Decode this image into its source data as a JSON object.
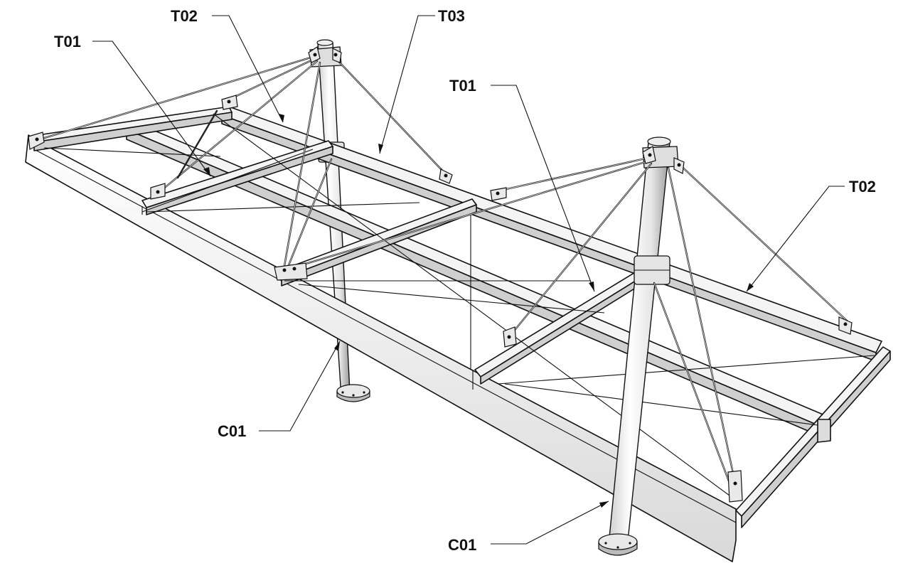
{
  "labels": {
    "t02_top": "T02",
    "t03": "T03",
    "t01_left": "T01",
    "t01_right": "T01",
    "t02_right": "T02",
    "c01_left": "C01",
    "c01_bottom": "C01"
  }
}
